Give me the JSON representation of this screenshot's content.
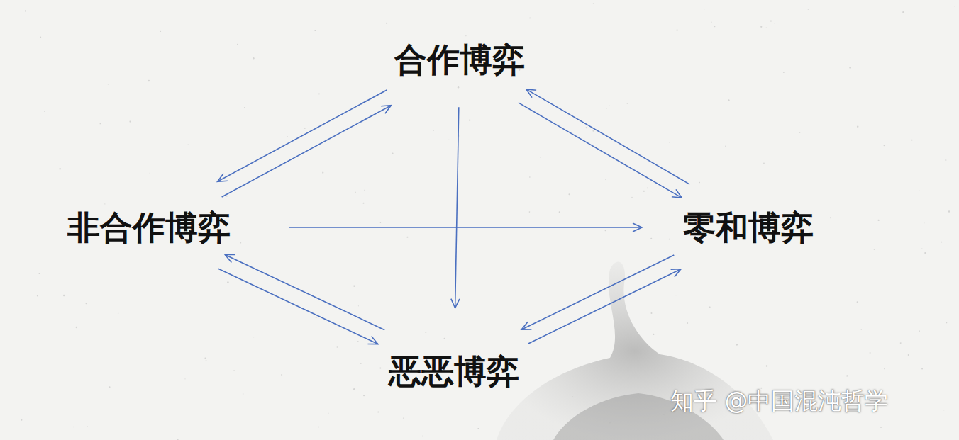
{
  "diagram": {
    "nodes": [
      {
        "text": [
          "合作博弈"
        ]
      },
      {
        "text": [
          "非合作博弈"
        ]
      },
      {
        "text": [
          "零和博弈"
        ]
      },
      {
        "text": [
          "恶恶博弈"
        ]
      }
    ],
    "edges": [
      {
        "from": 0,
        "to": 1,
        "arrow": "to"
      },
      {
        "from": 1,
        "to": 0,
        "arrow": "to"
      },
      {
        "from": 0,
        "to": 2,
        "arrow": "to"
      },
      {
        "from": 2,
        "to": 0,
        "arrow": "to"
      },
      {
        "from": 1,
        "to": 2,
        "arrow": "to"
      },
      {
        "from": 0,
        "to": 3,
        "arrow": "to"
      },
      {
        "from": 1,
        "to": 3,
        "arrow": "to"
      },
      {
        "from": 3,
        "to": 1,
        "arrow": "to"
      },
      {
        "from": 2,
        "to": 3,
        "arrow": "to"
      },
      {
        "from": 3,
        "to": 2,
        "arrow": "to"
      }
    ],
    "labels": [
      "知乎 @中国混沌哲学"
    ]
  }
}
